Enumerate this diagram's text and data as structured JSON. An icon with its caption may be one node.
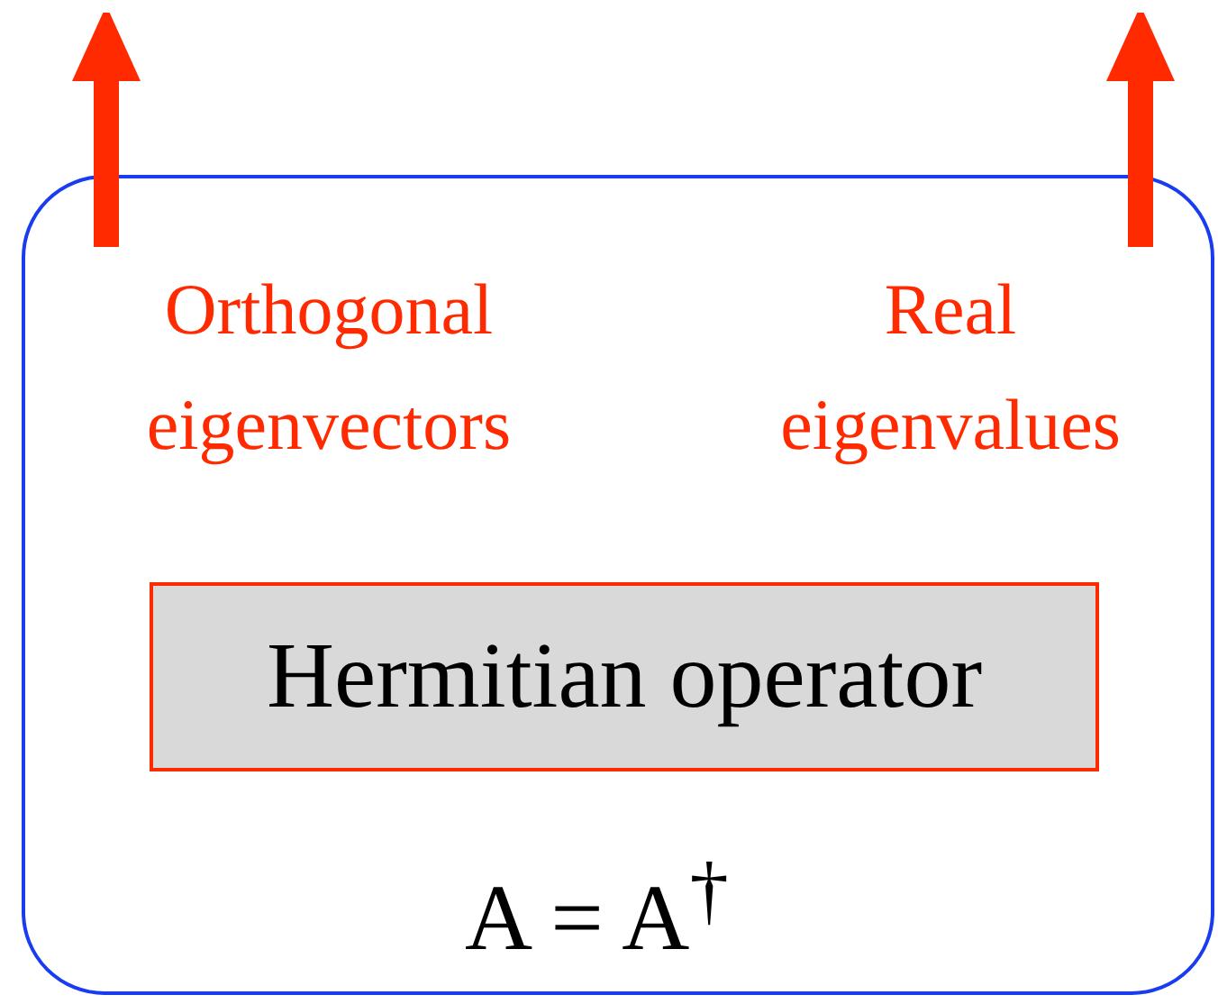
{
  "diagram": {
    "nodes": [
      {
        "text": [],
        "shape": "box"
      },
      {
        "text": [
          "Orthogonal eigenvectors"
        ],
        "in": 0
      },
      {
        "text": [
          "Real eigenvalues"
        ],
        "in": 0
      },
      {
        "text": [
          "Hermitian operator"
        ],
        "in": 0
      }
    ],
    "edges": [
      {
        "from": 1,
        "to": null,
        "arrow": "to"
      },
      {
        "from": 2,
        "to": null,
        "arrow": "to"
      }
    ],
    "labels": [
      "A = A$^{†}$"
    ]
  }
}
